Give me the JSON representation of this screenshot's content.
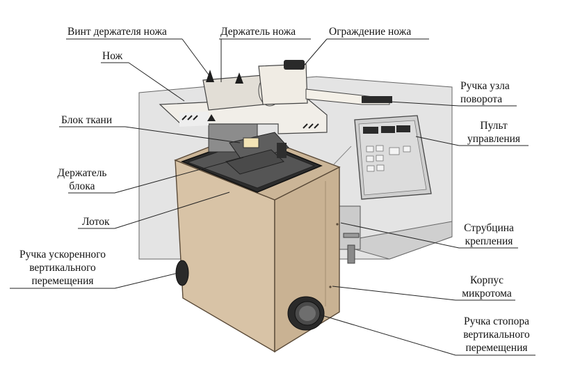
{
  "labels": {
    "knife_holder_screw": "Винт держателя ножа",
    "knife_holder": "Держатель ножа",
    "knife_guard": "Ограждение ножа",
    "knife": "Нож",
    "rotation_handle_l1": "Ручка узла",
    "rotation_handle_l2": "поворота",
    "tissue_block": "Блок ткани",
    "control_panel_l1": "Пульт",
    "control_panel_l2": "управления",
    "block_holder_l1": "Держатель",
    "block_holder_l2": "блока",
    "tray": "Лоток",
    "mounting_clamp_l1": "Струбцина",
    "mounting_clamp_l2": "крепления",
    "fast_vertical_l1": "Ручка ускоренного",
    "fast_vertical_l2": "вертикального",
    "fast_vertical_l3": "перемещения",
    "microtome_body_l1": "Корпус",
    "microtome_body_l2": "микротома",
    "stopper_l1": "Ручка стопора",
    "stopper_l2": "вертикального",
    "stopper_l3": "перемещения"
  },
  "colors": {
    "body": "#d8c3a6",
    "body_shadow": "#b89f82",
    "body_dark": "#8e7a62",
    "table": "#e6e6e6",
    "panel": "#cfcfcf",
    "display": "#2a2a2a",
    "line": "#222222"
  }
}
